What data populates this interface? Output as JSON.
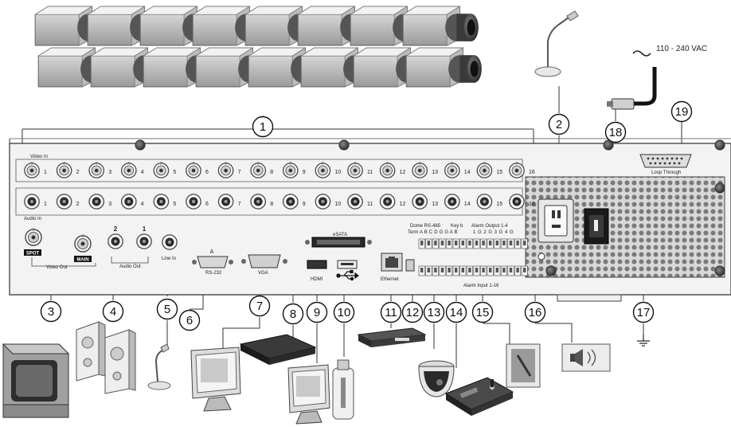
{
  "power_label": "110 - 240 VAC",
  "panel": {
    "video_in": "Video In",
    "audio_in": "Audio In",
    "video_out": "Video Out",
    "spot": "SPOT",
    "main": "MAIN",
    "audio_out": "Audio Out",
    "line_in": "Line In",
    "rs232_top": "A",
    "rs232": "RS-232",
    "vga": "VGA",
    "esata": "eSATA",
    "hdmi": "HDMI",
    "ethernet": "Ethernet",
    "dome": "Dome RS-485",
    "term": "Term",
    "dome_pins": "A B C D G G A B",
    "keyb": "Key b",
    "alarm_out": "Alarm Output 1-4",
    "alarm_out_pins": "1 G 2 G 3 G 4 G",
    "alarm_in": "Alarm Input 1-16",
    "loop_through": "Loop Through"
  },
  "channel_numbers": [
    "1",
    "2",
    "3",
    "4",
    "5",
    "6",
    "7",
    "8",
    "9",
    "10",
    "11",
    "12",
    "13",
    "14",
    "15",
    "16"
  ],
  "audio_out_numbers": [
    "2",
    "1"
  ],
  "callouts": [
    "1",
    "2",
    "3",
    "4",
    "5",
    "6",
    "7",
    "8",
    "9",
    "10",
    "11",
    "12",
    "13",
    "14",
    "15",
    "16",
    "17",
    "18",
    "19"
  ]
}
